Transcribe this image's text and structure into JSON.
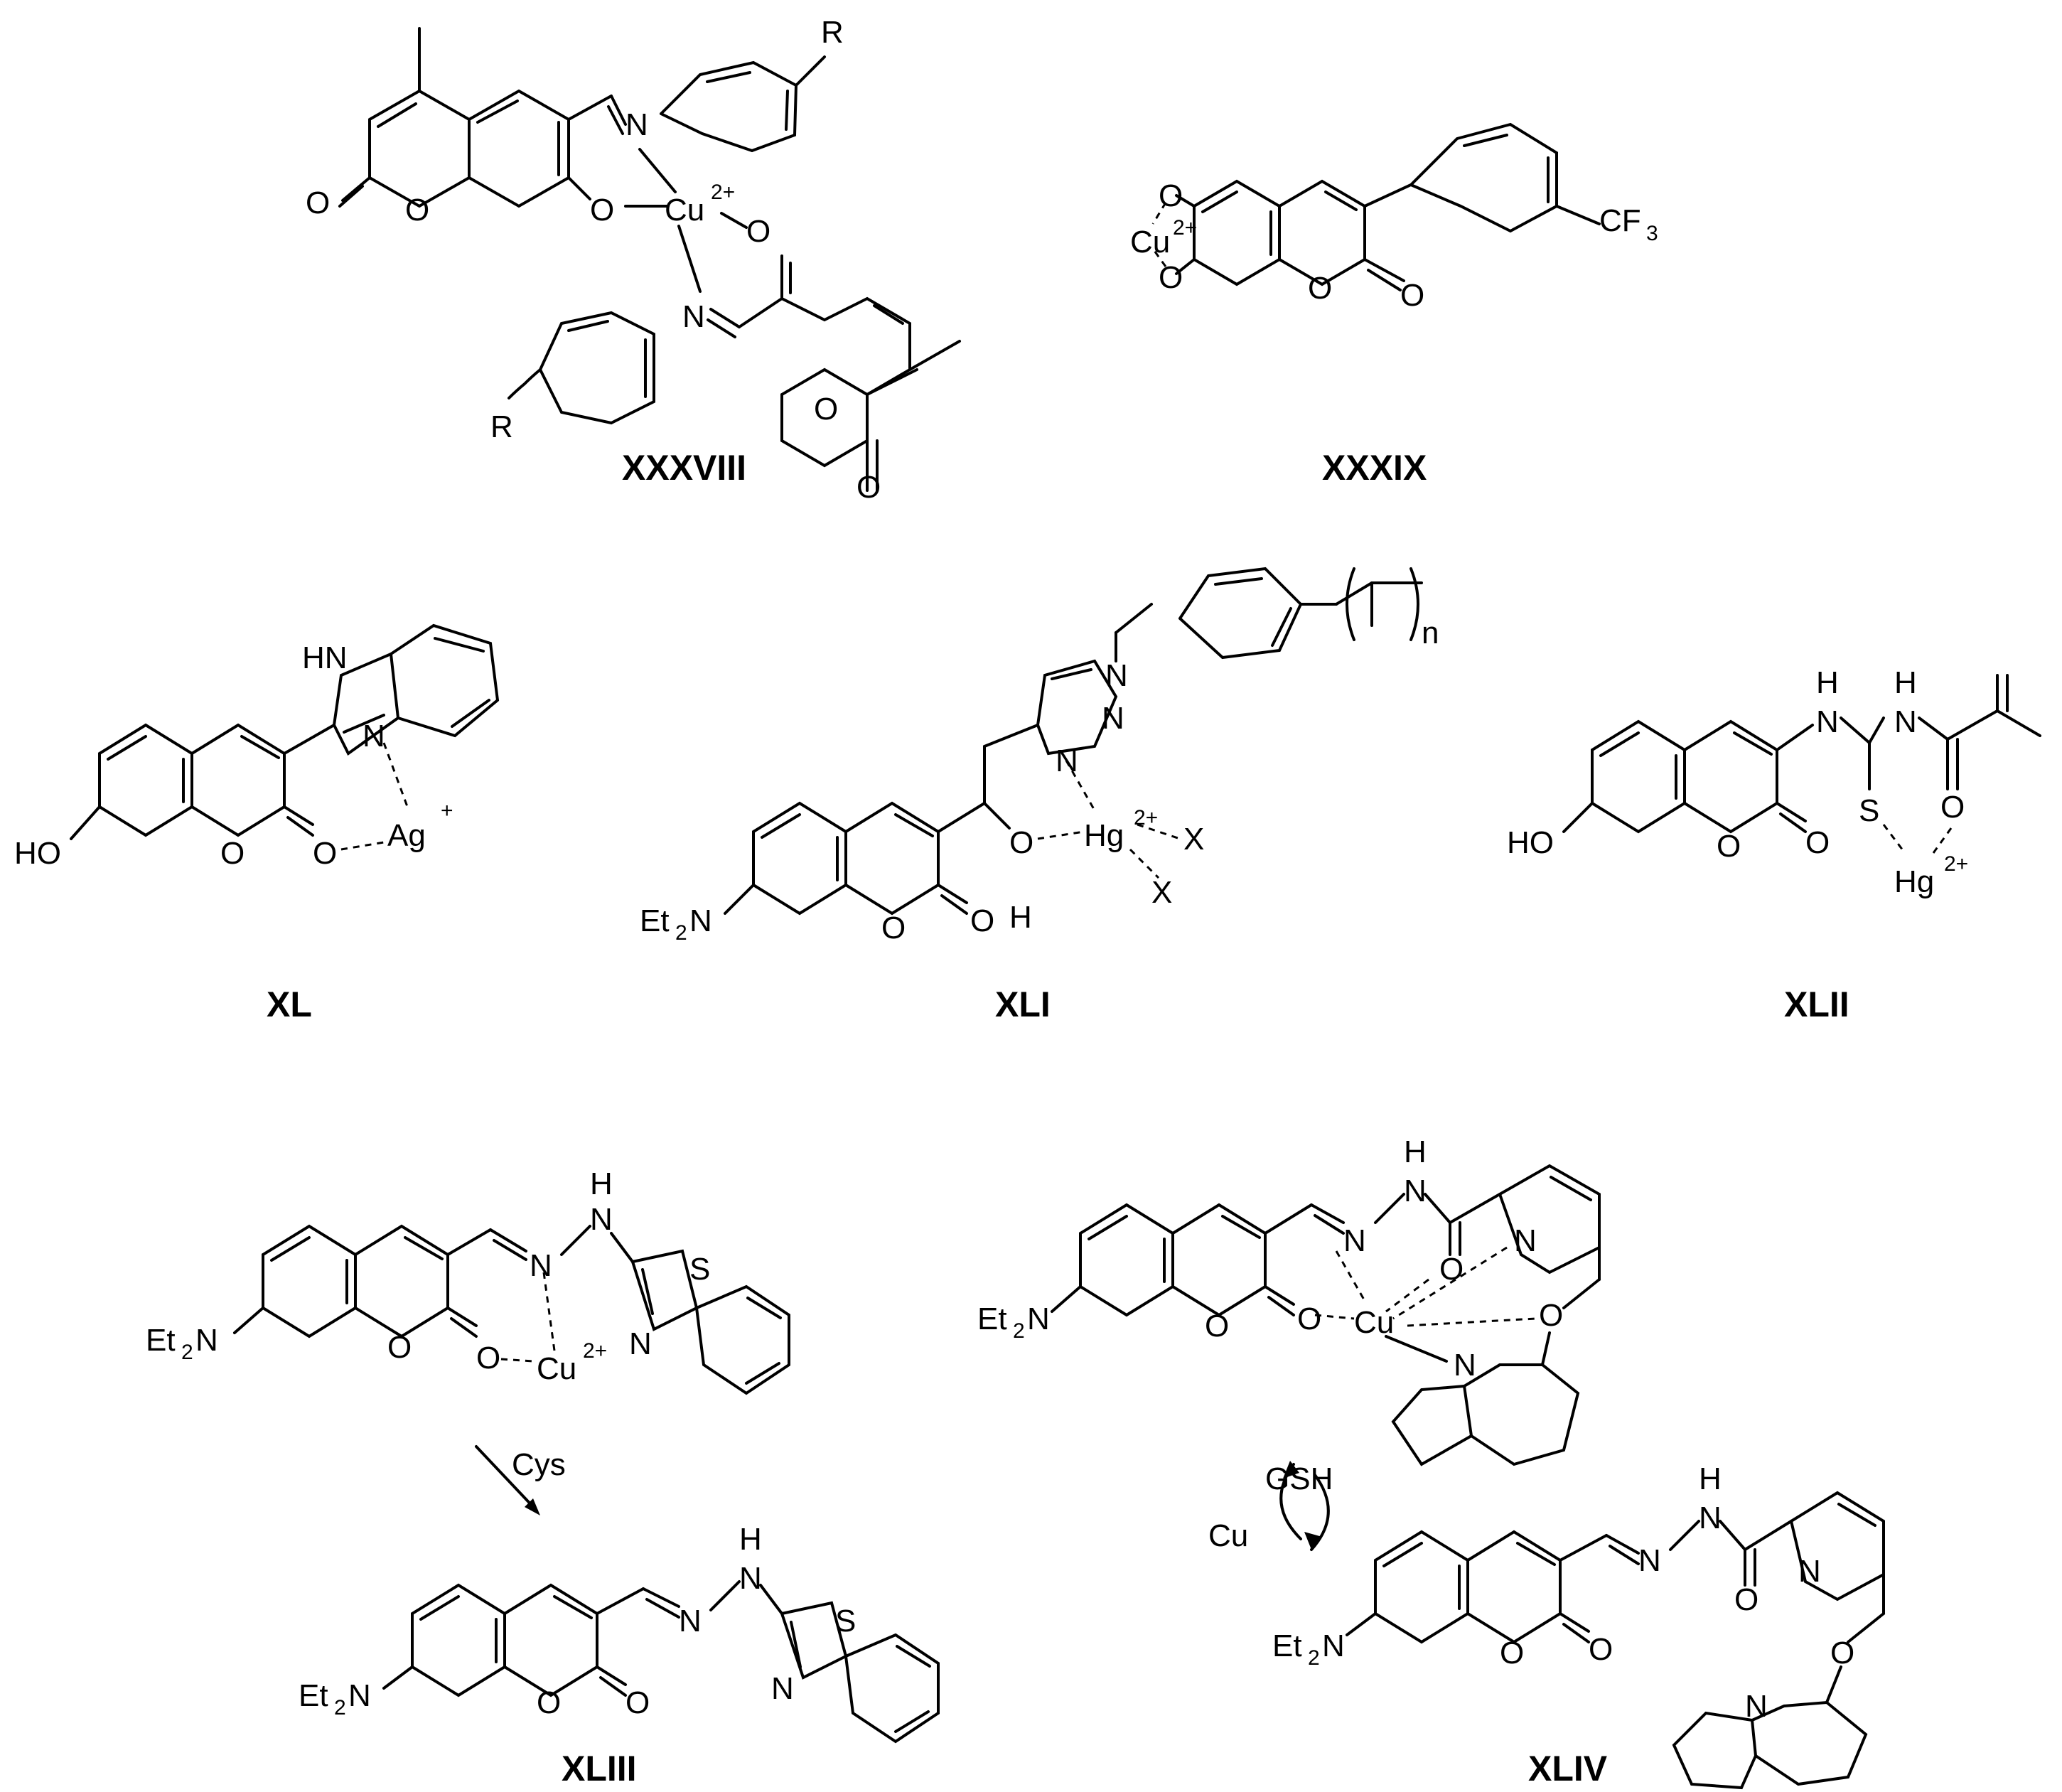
{
  "compounds": [
    {
      "id": "XXXVIII",
      "label": "XXXVIII",
      "metal": "Cu",
      "charge": "2+",
      "substituent": "R"
    },
    {
      "id": "XXXIX",
      "label": "XXXIX",
      "metal": "Cu",
      "charge": "2+",
      "substituent": "CF",
      "substituent_sub": "3"
    },
    {
      "id": "XL",
      "label": "XL",
      "metal": "Ag",
      "charge": "+",
      "donor": "HO",
      "nh": "HN"
    },
    {
      "id": "XLI",
      "label": "XLI",
      "metal": "Hg",
      "charge": "2+",
      "donor": "Et",
      "donor_sub": "2",
      "donor_tail": "N",
      "ligand": "X",
      "repeat": "n"
    },
    {
      "id": "XLII",
      "label": "XLII",
      "metal": "Hg",
      "charge": "2+",
      "donor": "HO"
    },
    {
      "id": "XLIII",
      "label": "XLIII",
      "metal": "Cu",
      "charge": "2+",
      "donor": "Et",
      "donor_sub": "2",
      "donor_tail": "N"
    },
    {
      "id": "XLIV",
      "label": "XLIV",
      "metal": "Cu",
      "donor": "Et",
      "donor_sub": "2",
      "donor_tail": "N"
    }
  ],
  "atoms": {
    "O": "O",
    "N": "N",
    "H": "H",
    "S": "S"
  },
  "arrows": {
    "cys": "Cys",
    "gsh": "GSH",
    "cu": "Cu"
  }
}
